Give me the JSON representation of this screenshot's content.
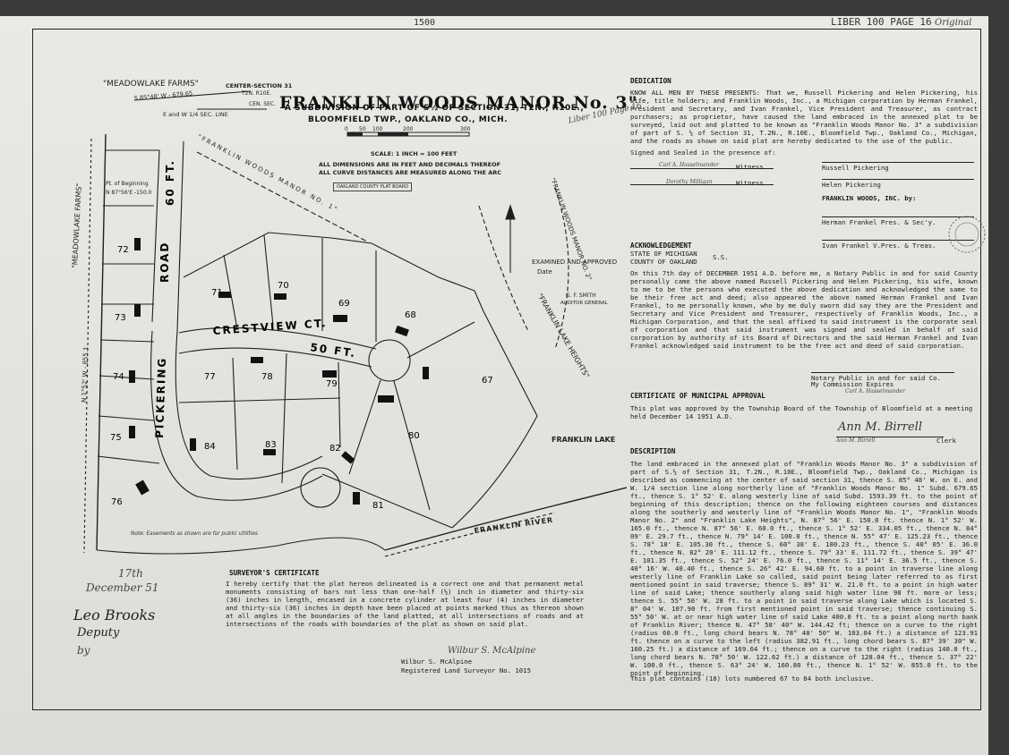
{
  "header": {
    "stamp_year": "1500",
    "liber": "LIBER 100 PAGE 16",
    "original": "Original"
  },
  "title": {
    "main": "FRANKLIN WOODS MANOR No. 3\"",
    "line1": "A SUBDIVISION OF PART OF S½ OF SECTION 31, T2N., R10E.,",
    "line2": "BLOOMFIELD TWP., OAKLAND CO., MICH.",
    "liber_note": "Liber 100 Page 16",
    "scale_ticks": [
      "0",
      "50",
      "100",
      "200",
      "300"
    ],
    "scale": "SCALE: 1 INCH = 100 FEET",
    "dims1": "ALL DIMENSIONS ARE IN FEET AND DECIMALS THEREOF",
    "dims2": "ALL CURVE DISTANCES ARE MEASURED ALONG THE ARC",
    "county_board": "OAKLAND COUNTY PLAT BOARD"
  },
  "map": {
    "meadowlake_top": "\"MEADOWLAKE FARMS\"",
    "meadowlake_side": "\"MEADOWLAKE FARMS\"",
    "center_section": "CENTER-SECTION 31",
    "t2n": "T2N. R10E.",
    "bearing_top": "S 85°48' W - 679.65",
    "ew_line": "E and W 1/4 SEC. LINE",
    "cen_sec": "CEN. SEC.",
    "pt_beginning": "Pt. of Beginning",
    "pt_bearing": "N 87°56'E -150.0",
    "woods_manor": "\"FRANKLIN WOODS MANOR NO. 1\"",
    "woods_manor_2": "\"FRANKLIN WOODS MANOR NO. 2\"",
    "road_60": "60 FT.",
    "road_name": "ROAD",
    "pickering": "PICKERING",
    "crestview": "CRESTVIEW CT.",
    "ct_50": "50 FT.",
    "franklin_lake": "FRANKLIN LAKE",
    "franklin_river": "FRANKLIN RIVER",
    "lake_heights": "\"FRANKLIN LAKE HEIGHTS\"",
    "road_side": "N 1°52' W - 855.1",
    "examined": "EXAMINED AND APPROVED",
    "date_lbl": "Date",
    "smith": "G. F. SMITH",
    "auditor": "AUDITOR GENERAL",
    "note": "Note: Easements as shown are for public utilities",
    "lots": [
      "67",
      "68",
      "69",
      "70",
      "71",
      "72",
      "73",
      "74",
      "75",
      "76",
      "77",
      "78",
      "79",
      "80",
      "81",
      "82",
      "83",
      "84"
    ]
  },
  "dedication": {
    "heading": "DEDICATION",
    "text": "KNOW ALL MEN BY THESE PRESENTS: That we, Russell Pickering and Helen Pickering, his wife, title holders; and Franklin Woods, Inc., a Michigan corporation by Herman Frankel, President and Secretary, and Ivan Frankel, Vice President and Treasurer, as contract purchasers; as proprietor, have caused the land embraced in the annexed plat to be surveyed, laid out and platted to be known as \"Franklin Woods Manor No. 3\" a subdivision of part of S. ½ of Section 31, T.2N., R.10E., Bloomfield Twp., Oakland Co., Michigan, and the roads as shown on said plat are hereby dedicated to the use of the public.",
    "signed": "Signed and Sealed in the presence of:",
    "witness1": "Carl A. Hasselmander",
    "witness2": "Dorothy Milligan",
    "witness_lbl": "Witness",
    "sig1": "Russell Pickering",
    "sig2": "Helen Pickering",
    "corp": "FRANKLIN WOODS, INC. by:",
    "sig3": "Herman Frankel  Pres. & Sec'y.",
    "sig4": "Ivan Frankel  V.Pres. & Treas."
  },
  "acknowledgement": {
    "heading": "ACKNOWLEDGEMENT",
    "state": "STATE OF MICHIGAN",
    "ss": "S.S.",
    "county": "COUNTY OF OAKLAND",
    "text": "On this 7th day of DECEMBER 1951 A.D. before me, a Notary Public in and for said County personally came the above named Russell Pickering and Helen Pickering, his wife, known to me to be the persons who executed the above dedication and acknowledged the same to be their free act and deed; also appeared the above named Herman Frankel and Ivan Frankel, to me personally known, who by me duly sworn did say they are the President and Secretary and Vice President and Treasurer, respectively of Franklin Woods, Inc., a Michigan Corporation, and that the seal affixed to said instrument is the corporate seal of corporation and that said instrument was signed and sealed in behalf of said corporation by authority of its Board of Directors and the said Herman Frankel and Ivan Frankel acknowledged said instrument to be the free act and deed of said corporation.",
    "notary": "Notary Public in and for said Co.",
    "expires": "My Commission Expires",
    "notary_name": "Carl A. Hasselmander"
  },
  "municipal": {
    "heading": "CERTIFICATE OF MUNICIPAL APPROVAL",
    "text": "This plat was approved by the Township Board of the Township of Bloomfield at a meeting held December 14  1951 A.D.",
    "signer": "Ann M. Birrell",
    "signer_name": "Ann M. Birrell",
    "clerk": "Clerk"
  },
  "description": {
    "heading": "DESCRIPTION",
    "text": "The land embraced in the annexed plat of \"Franklin Woods Manor No. 3\" a subdivision of part of S.½ of Section 31, T.2N., R.10E., Bloomfield Twp., Oakland Co., Michigan is described as commencing at the center of said section 31, thence S. 85° 48' W. on E. and W. 1/4 section line along northerly line of \"Franklin Woods Manor No. 1\" Subd. 679.65 ft., thence S. 1° 52' E. along westerly line of said Subd. 1593.39 ft. to the point of beginning of this description; thence on the following eighteen courses and distances along the southerly and westerly line of \"Franklin Woods Manor No. 1\", \"Franklin Woods Manor No. 2\" and \"Franklin Lake Heights\", N. 87° 56' E. 150.0 ft. thence N. 1° 52' W. 165.0 ft., thence N. 87° 56' E. 60.0 ft., thence S. 1° 52' E. 334.05 ft., thence N. 84° 09' E. 29.7 ft., thence N. 79° 14' E. 100.0 ft., thence N. 55° 47' E. 125.23 ft., thence S. 78° 18' E. 105.30 ft., thence S. 60° 38' E. 100.23 ft., thence S. 40° 05' E. 36.0 ft., thence N. 82° 20' E. 111.12 ft., thence S. 79° 33' E. 111.72 ft., thence S. 39° 47' E. 101.35 ft., thence S. 52° 24' E. 76.0 ft., thence S. 11° 14' E. 36.5 ft., thence S. 40° 16' W. 40.40 ft., thence S. 26° 42' E. 94.60 ft. to a point in traverse line along westerly line of Franklin Lake so called, said point being later referred to as first mentioned point in said traverse; thence S. 89° 31' W. 21.0 ft. to a point in high water line of said Lake; thence southerly along said high water line 98 ft. more or less; thence S. 55° 50' W. 28 ft. to a point in said traverse along Lake which is located S. 8° 04' W. 107.90 ft. from first mentioned point in said traverse; thence continuing S. 55° 50' W. at or near high water line of said Lake 400.0 ft. to a point along north bank of Franklin River; thence N. 47° 58' 40\" W. 144.42 ft; thence on a curve to the right (radius 60.0 ft., long chord bears N. 78° 48' 50\" W. 103.04 ft.) a distance of 123.91 ft. thence on a curve to the left (radius 382.91 ft., long chord bears S. 87° 39' 30\" W. 160.25 ft.) a distance of 169.64 ft.; thence on a curve to the right (radius 140.0 ft., long chord bears N. 78° 50' W. 122.62 ft.) a distance of 128.04 ft., thence S. 37° 22' W. 100.0 ft., thence S. 63° 24' W. 160.80 ft., thence N. 1° 52' W. 855.0 ft. to the point of beginning.",
    "footer": "This plat contains (18) lots numbered 67 to 84 both inclusive."
  },
  "surveyor": {
    "heading": "SURVEYOR'S CERTIFICATE",
    "text": "I hereby certify that the plat hereon delineated is a correct one and that permanent metal monuments consisting of bars not less than one-half (½) inch in diameter and thirty-six (36) inches in length, encased in a concrete cylinder at least four (4) inches in diameter and thirty-six (36) inches in depth have been placed at points marked thus as thereon shown at all angles in the boundaries of the land platted, at all intersections of roads and at intersections of the roads with boundaries of the plat as shown on said plat.",
    "name": "Wilbur S. McAlpine",
    "title": "Registered Land Surveyor No. 1015",
    "sig": "Wilbur S. McAlpine"
  },
  "left_notes": {
    "line1": "17th",
    "line2": "December 51",
    "line3": "Leo Brooks",
    "line4": "Deputy",
    "line5": "by"
  }
}
